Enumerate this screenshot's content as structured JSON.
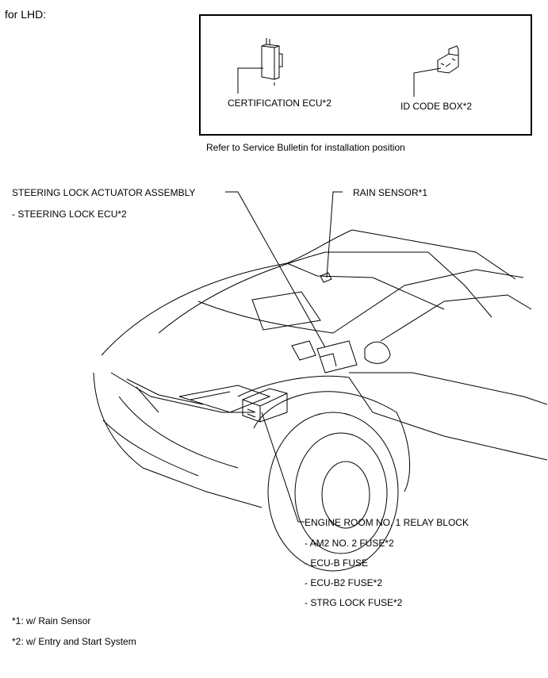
{
  "header": {
    "title": "for LHD:"
  },
  "inset": {
    "certification_ecu": "CERTIFICATION ECU*2",
    "id_code_box": "ID CODE BOX*2",
    "note": "Refer to Service Bulletin for installation position"
  },
  "labels": {
    "steering_lock_actuator": "STEERING LOCK ACTUATOR ASSEMBLY",
    "steering_lock_ecu": "- STEERING LOCK ECU*2",
    "rain_sensor": "RAIN SENSOR*1",
    "relay_block": "ENGINE ROOM NO. 1 RELAY BLOCK",
    "relay_items": [
      "- AM2 NO. 2 FUSE*2",
      "- ECU-B FUSE",
      "- ECU-B2 FUSE*2",
      "- STRG LOCK FUSE*2"
    ]
  },
  "footnotes": [
    "*1: w/ Rain Sensor",
    "*2: w/ Entry and Start System"
  ]
}
